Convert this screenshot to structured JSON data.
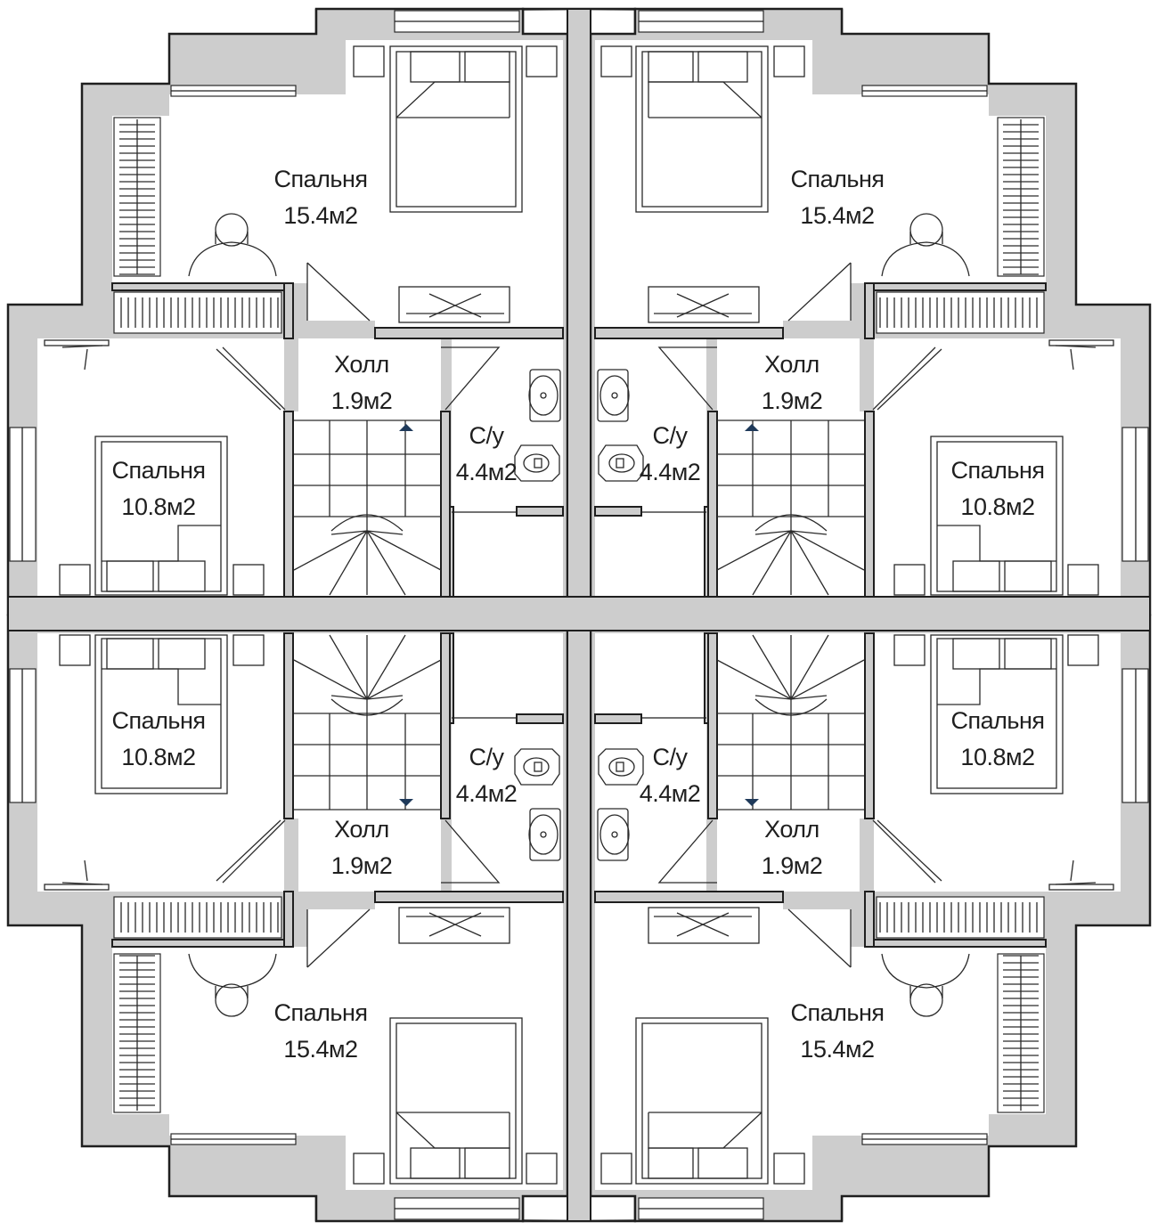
{
  "floor_plan": {
    "rooms": [
      {
        "id": "bedroom-large-nw",
        "name": "Спальня",
        "area": "15.4м2"
      },
      {
        "id": "bedroom-large-ne",
        "name": "Спальня",
        "area": "15.4м2"
      },
      {
        "id": "bedroom-large-sw",
        "name": "Спальня",
        "area": "15.4м2"
      },
      {
        "id": "bedroom-large-se",
        "name": "Спальня",
        "area": "15.4м2"
      },
      {
        "id": "bedroom-small-nw",
        "name": "Спальня",
        "area": "10.8м2"
      },
      {
        "id": "bedroom-small-ne",
        "name": "Спальня",
        "area": "10.8м2"
      },
      {
        "id": "bedroom-small-sw",
        "name": "Спальня",
        "area": "10.8м2"
      },
      {
        "id": "bedroom-small-se",
        "name": "Спальня",
        "area": "10.8м2"
      },
      {
        "id": "hall-nw",
        "name": "Холл",
        "area": "1.9м2"
      },
      {
        "id": "hall-ne",
        "name": "Холл",
        "area": "1.9м2"
      },
      {
        "id": "hall-sw",
        "name": "Холл",
        "area": "1.9м2"
      },
      {
        "id": "hall-se",
        "name": "Холл",
        "area": "1.9м2"
      },
      {
        "id": "bathroom-nw",
        "name": "С/у",
        "area": "4.4м2"
      },
      {
        "id": "bathroom-ne",
        "name": "С/у",
        "area": "4.4м2"
      },
      {
        "id": "bathroom-sw",
        "name": "С/у",
        "area": "4.4м2"
      },
      {
        "id": "bathroom-se",
        "name": "С/у",
        "area": "4.4м2"
      }
    ],
    "colors": {
      "wall_fill": "#cdcdcd",
      "line": "#1f1f1f",
      "floor": "#ffffff",
      "stair_arrow": "#1f3a5a"
    }
  }
}
